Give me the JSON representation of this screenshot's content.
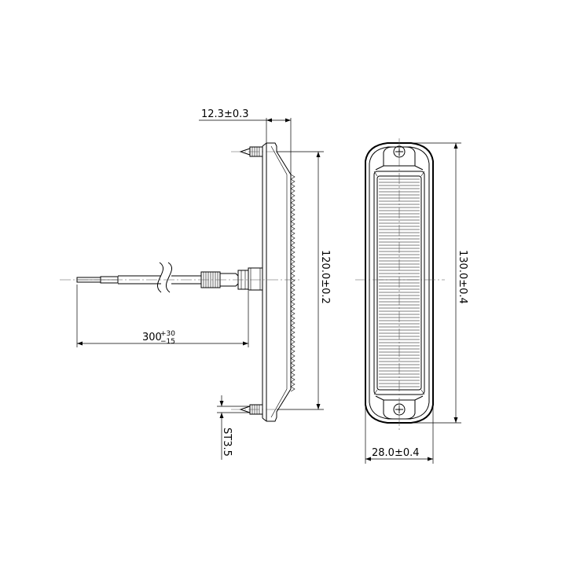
{
  "dimensions": {
    "depth": "12.3±0.3",
    "height_side": "120.0±0.2",
    "height_front": "130.0±0.4",
    "width_front": "28.0±0.4",
    "cable_length": "300",
    "cable_tol_plus": "+30",
    "cable_tol_minus": "−15",
    "screw": "ST3.5"
  }
}
